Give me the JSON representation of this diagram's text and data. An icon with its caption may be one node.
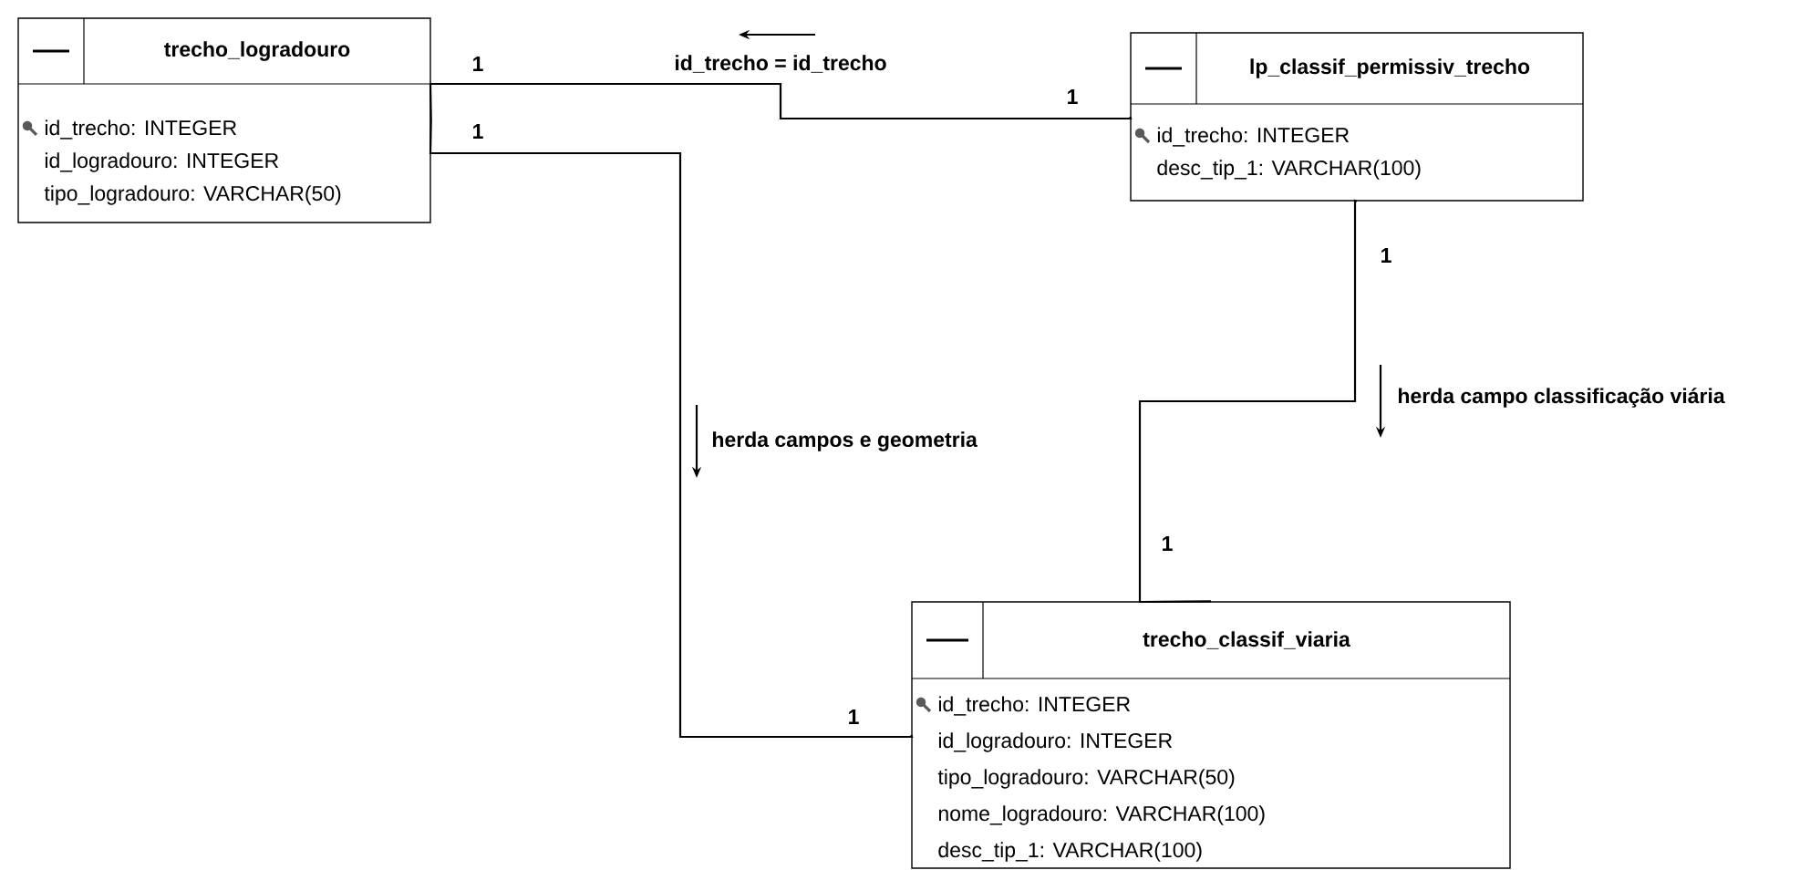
{
  "diagram": {
    "nodes": [
      {
        "text": [
          "trecho_logradouro",
          "id_trecho: INTEGER",
          "id_logradouro: INTEGER",
          "tipo_logradouro: VARCHAR(50)"
        ]
      },
      {
        "text": [
          "lp_classif_permissiv_trecho",
          "id_trecho: INTEGER",
          "desc_tip_1: VARCHAR(100)"
        ]
      },
      {
        "text": [
          "trecho_classif_viaria",
          "id_trecho: INTEGER",
          "id_logradouro: INTEGER",
          "tipo_logradouro: VARCHAR(50)",
          "nome_logradouro: VARCHAR(100)",
          "desc_tip_1: VARCHAR(100)"
        ]
      }
    ],
    "edges": [
      {
        "from": 0,
        "to": 1,
        "arrow": "none",
        "label": "id_trecho = id_trecho"
      },
      {
        "from": 0,
        "to": 2,
        "arrow": "none",
        "label": "herda campos e geometria"
      },
      {
        "from": 1,
        "to": 2,
        "arrow": "none",
        "label": "herda campo classificação viária"
      }
    ],
    "labels": [
      "1",
      "1",
      "1",
      "1",
      "1",
      "1"
    ]
  }
}
